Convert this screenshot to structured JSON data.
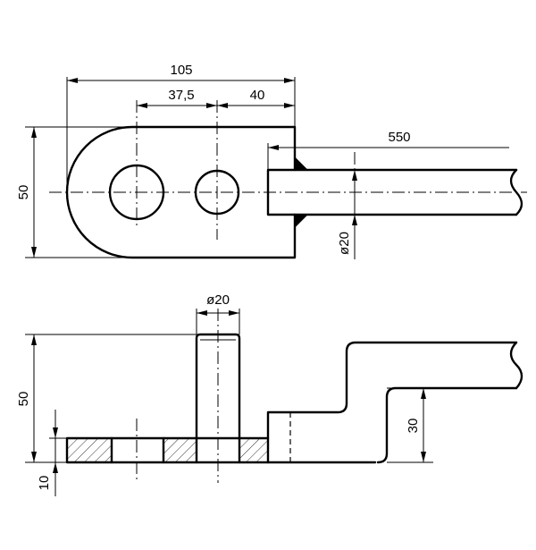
{
  "top_view": {
    "dim_overall_length": "105",
    "dim_hole_spacing": "37,5",
    "dim_hole_to_end": "40",
    "dim_rod_length": "550",
    "dim_height": "50",
    "dim_rod_diameter": "ø20"
  },
  "front_view": {
    "dim_pin_diameter": "ø20",
    "dim_pin_height": "50",
    "dim_plate_thickness": "10",
    "dim_offset_height": "30"
  }
}
